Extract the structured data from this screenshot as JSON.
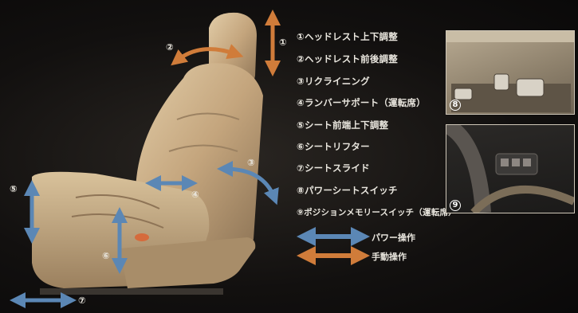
{
  "labels": [
    {
      "num": "①",
      "text": "ヘッドレスト上下調整"
    },
    {
      "num": "②",
      "text": "ヘッドレスト前後調整"
    },
    {
      "num": "③",
      "text": "リクライニング"
    },
    {
      "num": "④",
      "text": "ランバーサポート（運転席）"
    },
    {
      "num": "⑤",
      "text": "シート前端上下調整"
    },
    {
      "num": "⑥",
      "text": "シートリフター"
    },
    {
      "num": "⑦",
      "text": "シートスライド"
    },
    {
      "num": "⑧",
      "text": "パワーシートスイッチ"
    },
    {
      "num": "⑨",
      "text": "ポジションメモリースイッチ（運転席）"
    }
  ],
  "markers": {
    "m1": "①",
    "m2": "②",
    "m3": "③",
    "m4": "④",
    "m5": "⑤",
    "m6": "⑥",
    "m7": "⑦"
  },
  "insets": {
    "i8": "8",
    "i9": "9"
  },
  "legend": {
    "power": "パワー操作",
    "manual": "手動操作"
  },
  "colors": {
    "power_arrow": "#5b87b5",
    "manual_arrow": "#d07c3a",
    "seat": "#c9b08a"
  }
}
